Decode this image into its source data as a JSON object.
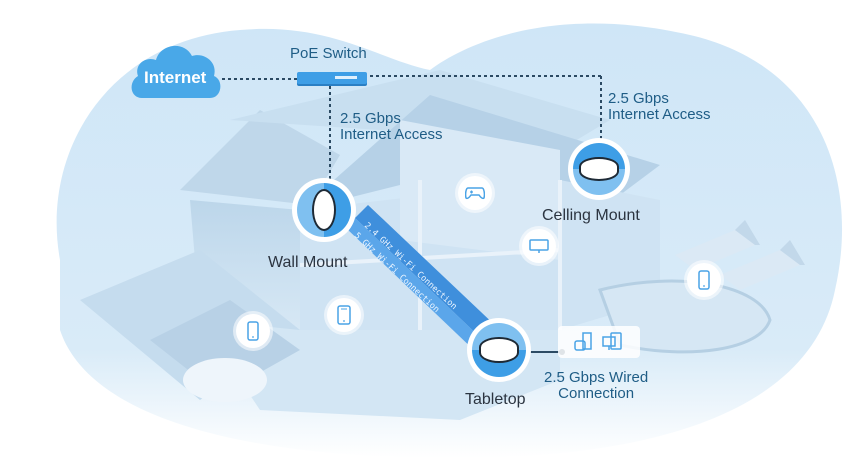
{
  "title": "Omada Wi-Fi Access Point Deployment Diagram",
  "colors": {
    "accent": "#3ea2e8",
    "line": "#2b4a63",
    "text_blue": "#1f5d86",
    "text_dark": "#2b3440",
    "band": "#3f8fdc"
  },
  "cloud": {
    "label": "Internet",
    "icon": "cloud-icon"
  },
  "switch": {
    "label": "PoE Switch",
    "icon": "poe-switch-icon"
  },
  "links": {
    "wall_uplink": {
      "line1": "2.5 Gbps",
      "line2": "Internet Access"
    },
    "ceiling_uplink": {
      "line1": "2.5 Gbps",
      "line2": "Internet Access"
    },
    "wired": {
      "line1": "2.5 Gbps Wired",
      "line2": "Connection"
    }
  },
  "devices": {
    "wall": {
      "label": "Wall Mount",
      "icon": "wall-mount-ap-icon"
    },
    "ceiling": {
      "label": "Celling Mount",
      "icon": "ceiling-mount-ap-icon"
    },
    "tabletop": {
      "label": "Tabletop",
      "icon": "tabletop-ap-icon"
    }
  },
  "wifi_band": {
    "line1": "2.4 GHz Wi-Fi Connection",
    "line2": "5 GHz Wi-Fi Connection"
  },
  "client_icons": [
    "gamepad-icon",
    "monitor-icon",
    "tablet-icon",
    "phone-icon",
    "phone-icon",
    "game-console-icon",
    "desktop-icon"
  ]
}
